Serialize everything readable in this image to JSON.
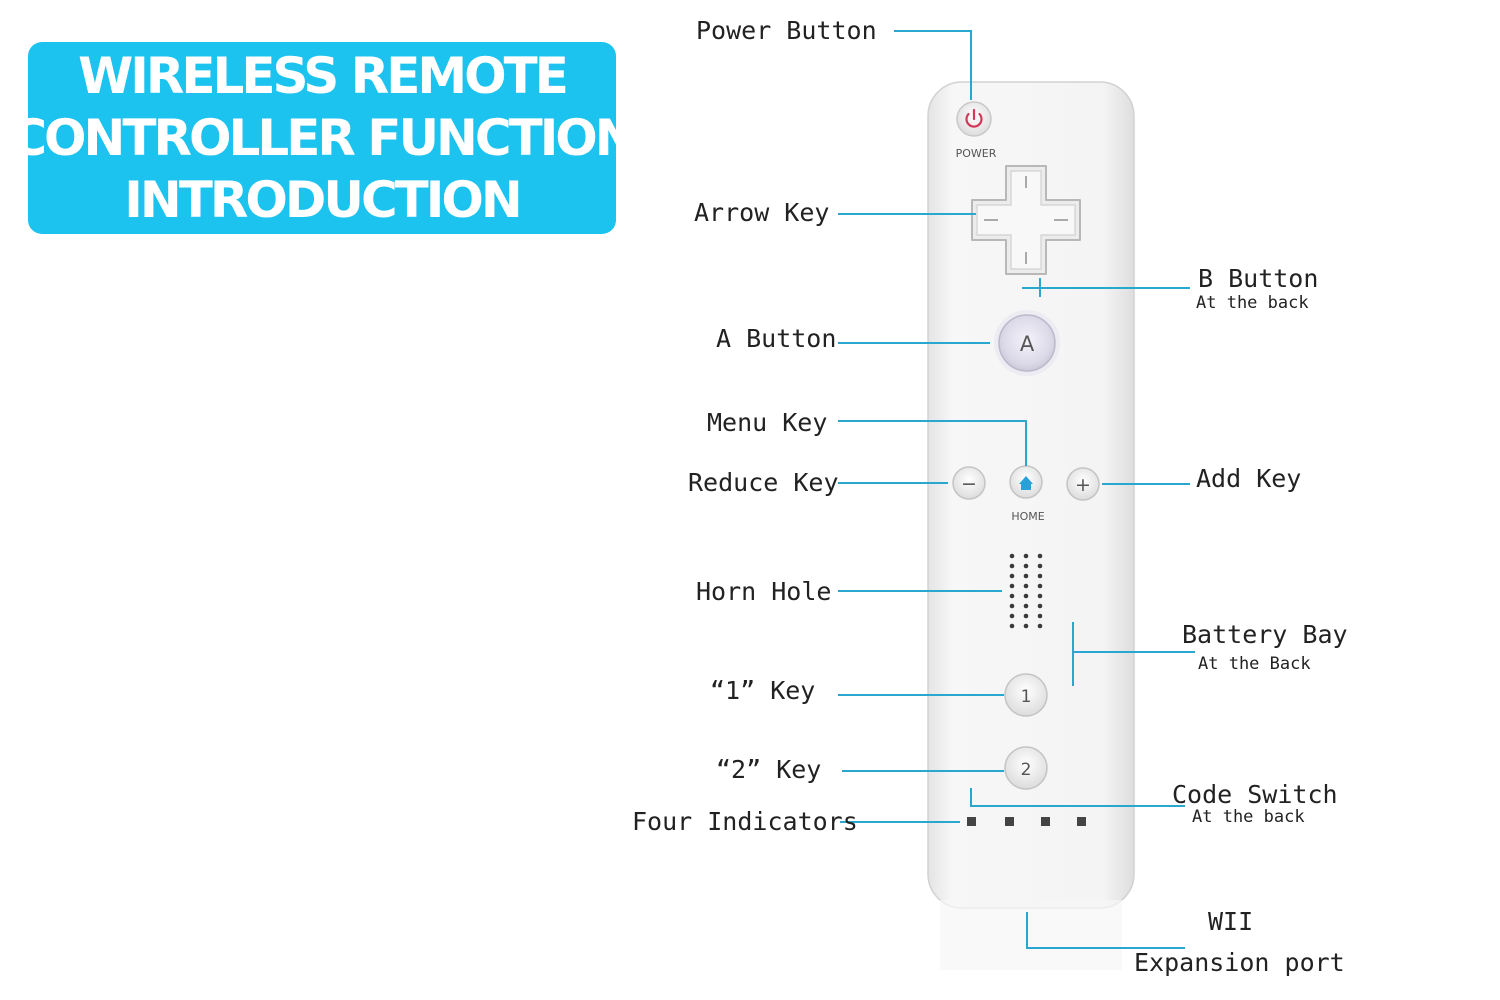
{
  "banner": {
    "lines": [
      "WIRELESS REMOTE",
      "CONTROLLER FUNCTION",
      "INTRODUCTION"
    ]
  },
  "device": {
    "power_text": "POWER",
    "home_text": "HOME",
    "a_text": "A",
    "one_text": "1",
    "two_text": "2",
    "minus_text": "−",
    "plus_text": "+"
  },
  "labels": {
    "power_button": "Power Button",
    "arrow_key": "Arrow Key",
    "b_button": "B Button",
    "b_button_sub": "At the back",
    "a_button": "A Button",
    "menu_key": "Menu Key",
    "reduce_key": "Reduce Key",
    "add_key": "Add Key",
    "horn_hole": "Horn Hole",
    "battery_bay": "Battery Bay",
    "battery_bay_sub": "At the Back",
    "one_key": "“1”  Key",
    "two_key": "“2” Key",
    "code_switch": "Code Switch",
    "code_switch_sub": "At the back",
    "four_indicators": "Four Indicators",
    "wii": "WII",
    "expansion_port": "Expansion port"
  },
  "colors": {
    "banner": "#1cc3ee",
    "leader_lines": "#29a8cf",
    "power_icon": "#d23a5a",
    "home_icon": "#2aa0d8"
  }
}
